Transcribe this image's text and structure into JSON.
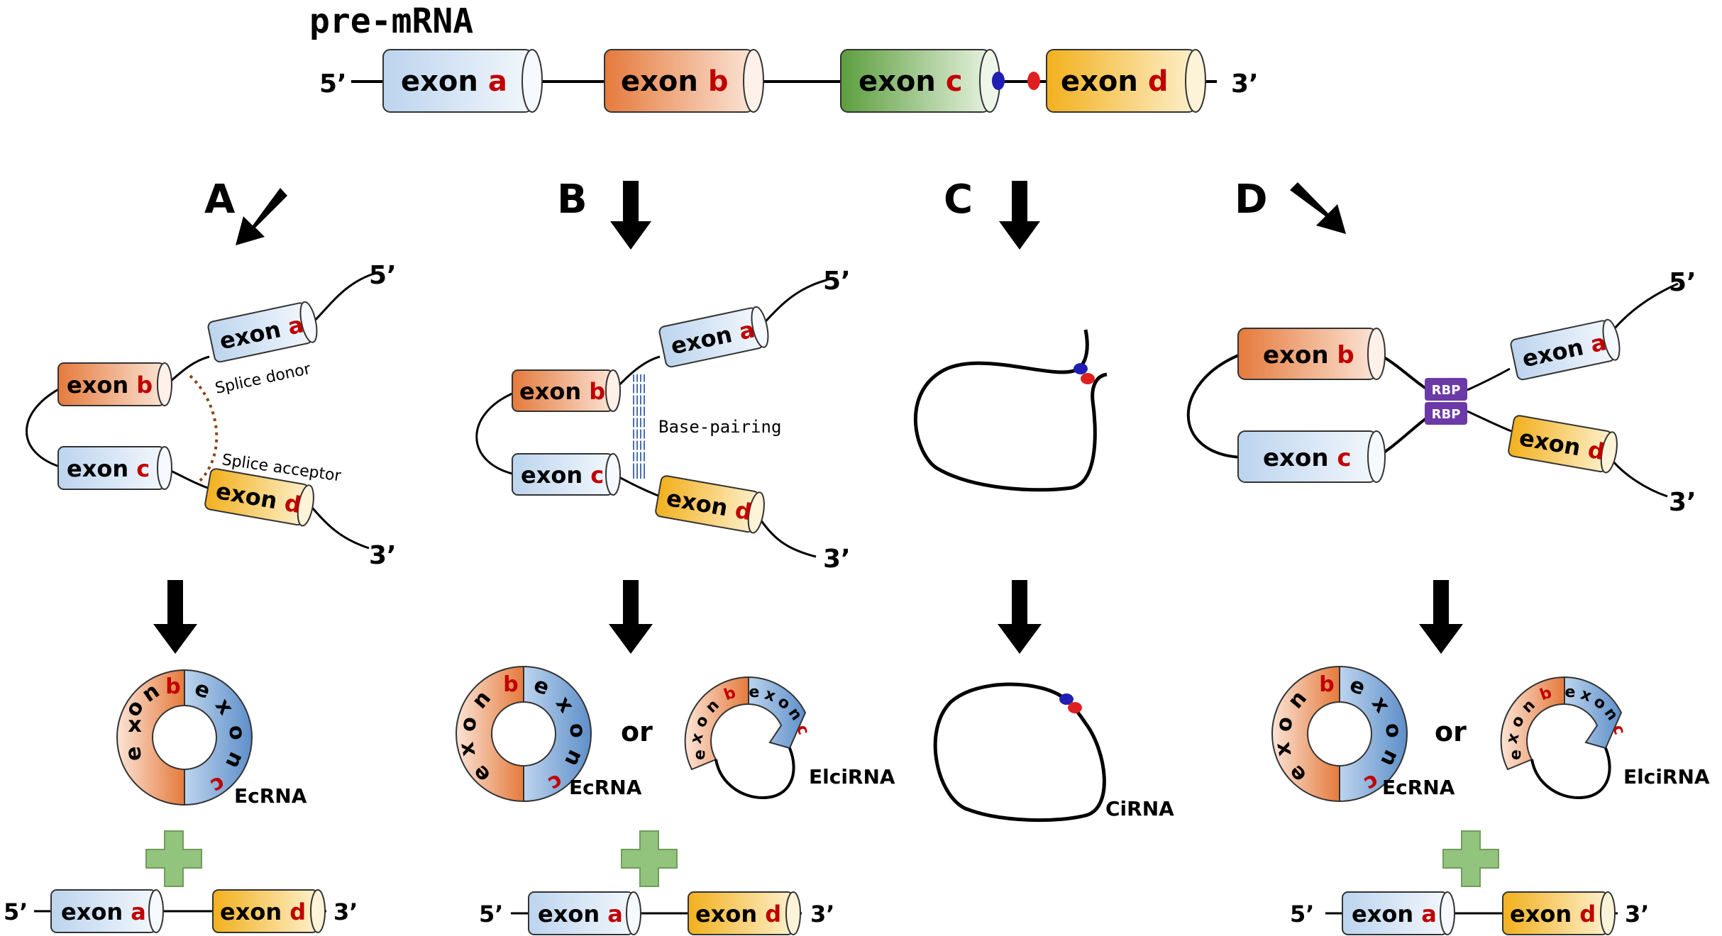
{
  "title": "pre-mRNA",
  "labels": {
    "five_prime": "5’",
    "three_prime": "3’",
    "exon_word": "exon",
    "exon_a_letter": "a",
    "exon_b_letter": "b",
    "exon_c_letter": "c",
    "exon_d_letter": "d",
    "splice_donor": "Splice donor",
    "splice_acceptor": "Splice acceptor",
    "base_pairing": "Base-pairing",
    "rbp": "RBP",
    "ecrna": "EcRNA",
    "elcirna": "ElciRNA",
    "cirna": "CiRNA",
    "or": "or"
  },
  "panels": {
    "a": "A",
    "b": "B",
    "c": "C",
    "d": "D"
  },
  "colors": {
    "exon_a": "#c5daf0",
    "exon_b": "#e98a52",
    "exon_c_blue": "#c5daf0",
    "exon_c_green": "#6aa84f",
    "exon_d": "#f5b730",
    "letter_red": "#c00000",
    "rbp": "#6b3aa6",
    "plus": "#93c47d",
    "blue_dot": "#1f1fb4",
    "red_dot": "#e02020"
  }
}
